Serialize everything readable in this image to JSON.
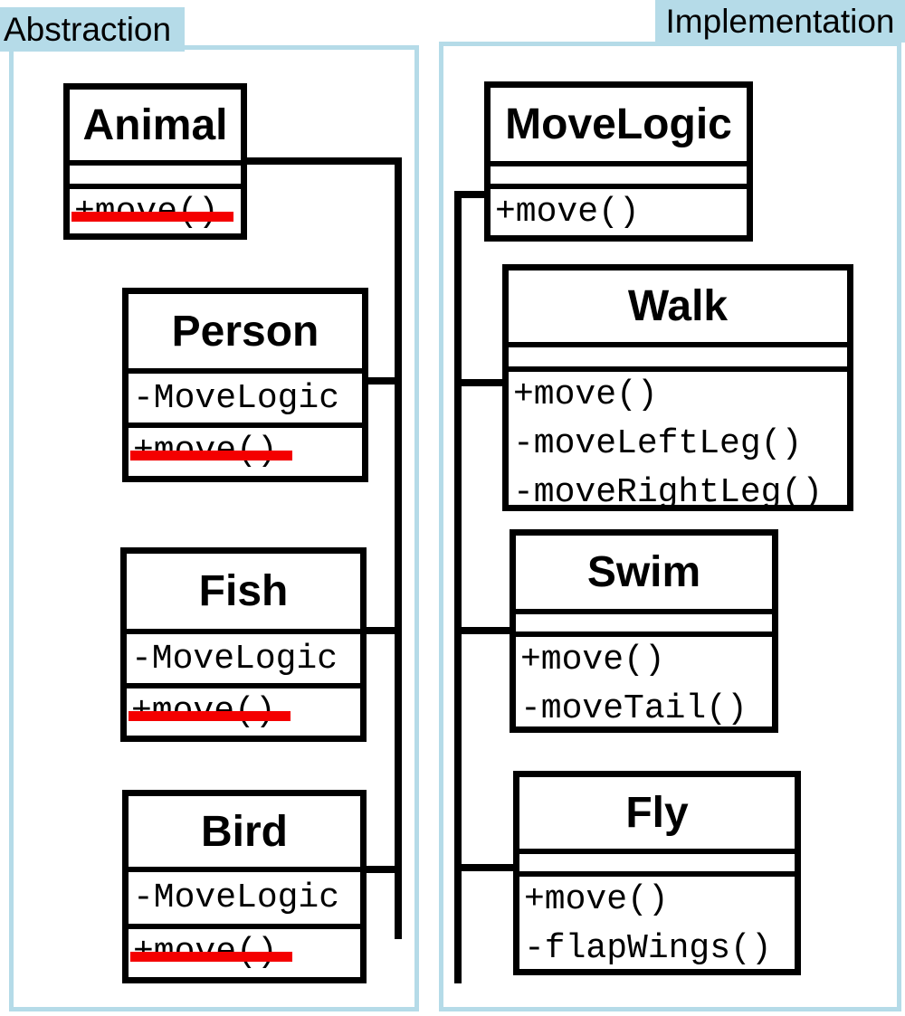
{
  "colors": {
    "accent_light_blue": "#b5dbe8",
    "line_black": "#000000",
    "strike_red": "#f40000",
    "background": "#ffffff"
  },
  "panels": [
    {
      "label": "Abstraction",
      "classes": [
        {
          "name": "Animal",
          "attributes": [],
          "methods": [
            {
              "text": "+move()",
              "struck": true
            }
          ]
        },
        {
          "name": "Person",
          "attributes": [
            "-MoveLogic"
          ],
          "methods": [
            {
              "text": "+move()",
              "struck": true
            }
          ]
        },
        {
          "name": "Fish",
          "attributes": [
            "-MoveLogic"
          ],
          "methods": [
            {
              "text": "+move()",
              "struck": true
            }
          ]
        },
        {
          "name": "Bird",
          "attributes": [
            "-MoveLogic"
          ],
          "methods": [
            {
              "text": "+move()",
              "struck": true
            }
          ]
        }
      ]
    },
    {
      "label": "Implementation",
      "classes": [
        {
          "name": "MoveLogic",
          "attributes": [],
          "methods": [
            {
              "text": "+move()",
              "struck": false
            }
          ]
        },
        {
          "name": "Walk",
          "attributes": [],
          "methods": [
            {
              "text": "+move()",
              "struck": false
            },
            {
              "text": "-moveLeftLeg()",
              "struck": false
            },
            {
              "text": "-moveRightLeg()",
              "struck": false
            }
          ]
        },
        {
          "name": "Swim",
          "attributes": [],
          "methods": [
            {
              "text": "+move()",
              "struck": false
            },
            {
              "text": "-moveTail()",
              "struck": false
            }
          ]
        },
        {
          "name": "Fly",
          "attributes": [],
          "methods": [
            {
              "text": "+move()",
              "struck": false
            },
            {
              "text": "-flapWings()",
              "struck": false
            }
          ]
        }
      ]
    }
  ]
}
